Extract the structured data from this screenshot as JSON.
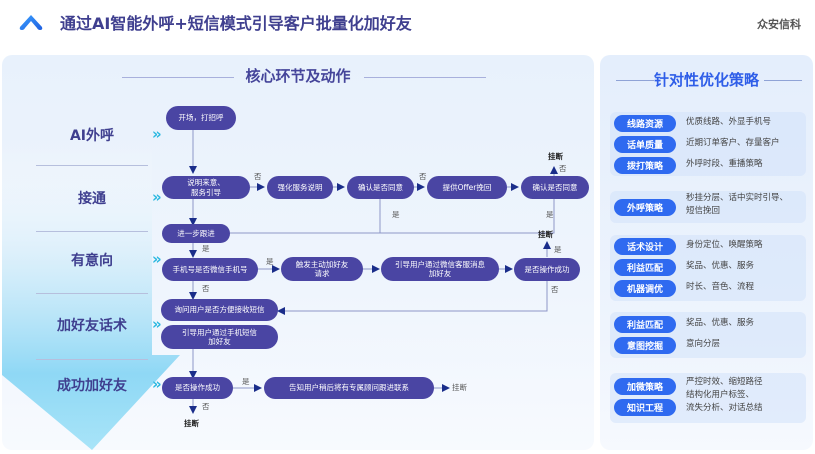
{
  "header": {
    "title": "通过AI智能外呼+短信模式引导客户批量化加好友",
    "brand": "众安信科",
    "logo_icon": "chevron-up-logo-icon",
    "accent_color": "#3f3f8f"
  },
  "left": {
    "title": "核心环节及动作",
    "stages": [
      {
        "label": "AI外呼",
        "chevron": "»"
      },
      {
        "label": "接通",
        "chevron": "»"
      },
      {
        "label": "有意向",
        "chevron": "»"
      },
      {
        "label": "加好友话术",
        "chevron": "»"
      },
      {
        "label": "成功加好友",
        "chevron": "»"
      }
    ],
    "nodes": {
      "n1": "开场，打招呼",
      "n2": "说明来意、\n服务引导",
      "n3": "强化服务说明",
      "n4": "确认是否同意",
      "n5": "提供Offer挽回",
      "n6": "确认是否同意",
      "n7": "进一步跟进",
      "n8": "手机号是否微信手机号",
      "n9": "触发主动加好友\n请求",
      "n10": "引导用户通过微信客服消息\n加好友",
      "n11": "是否操作成功",
      "n12": "询问用户是否方便接收短信",
      "n13": "引导用户通过手机短信\n加好友",
      "n14": "是否操作成功",
      "n15": "告知用户稍后将有专属顾问跟进联系"
    },
    "labels": {
      "yes": "是",
      "no": "否",
      "hangup": "挂断"
    },
    "node_color": "#4a45a3"
  },
  "right": {
    "title": "针对性优化策略",
    "groups": [
      {
        "items": [
          {
            "tag": "线路资源",
            "desc": "优质线路、外显手机号"
          },
          {
            "tag": "话单质量",
            "desc": "近期订单客户、存量客户"
          },
          {
            "tag": "拨打策略",
            "desc": "外呼时段、重播策略"
          }
        ]
      },
      {
        "items": [
          {
            "tag": "外呼策略",
            "desc": "秒挂分层、话中实时引导、\n短信挽回"
          }
        ]
      },
      {
        "items": [
          {
            "tag": "话术设计",
            "desc": "身份定位、唤醒策略"
          },
          {
            "tag": "利益匹配",
            "desc": "奖品、优惠、服务"
          },
          {
            "tag": "机器调优",
            "desc": "时长、音色、流程"
          }
        ]
      },
      {
        "items": [
          {
            "tag": "利益匹配",
            "desc": "奖品、优惠、服务"
          },
          {
            "tag": "意图挖掘",
            "desc": "意向分层"
          }
        ]
      },
      {
        "items": [
          {
            "tag": "加微策略",
            "desc": "严控时效、缩短路径"
          },
          {
            "tag": "知识工程",
            "desc": "结构化用户标签、\n流失分析、对话总结"
          }
        ]
      }
    ],
    "tag_color": "#2f6af0"
  }
}
